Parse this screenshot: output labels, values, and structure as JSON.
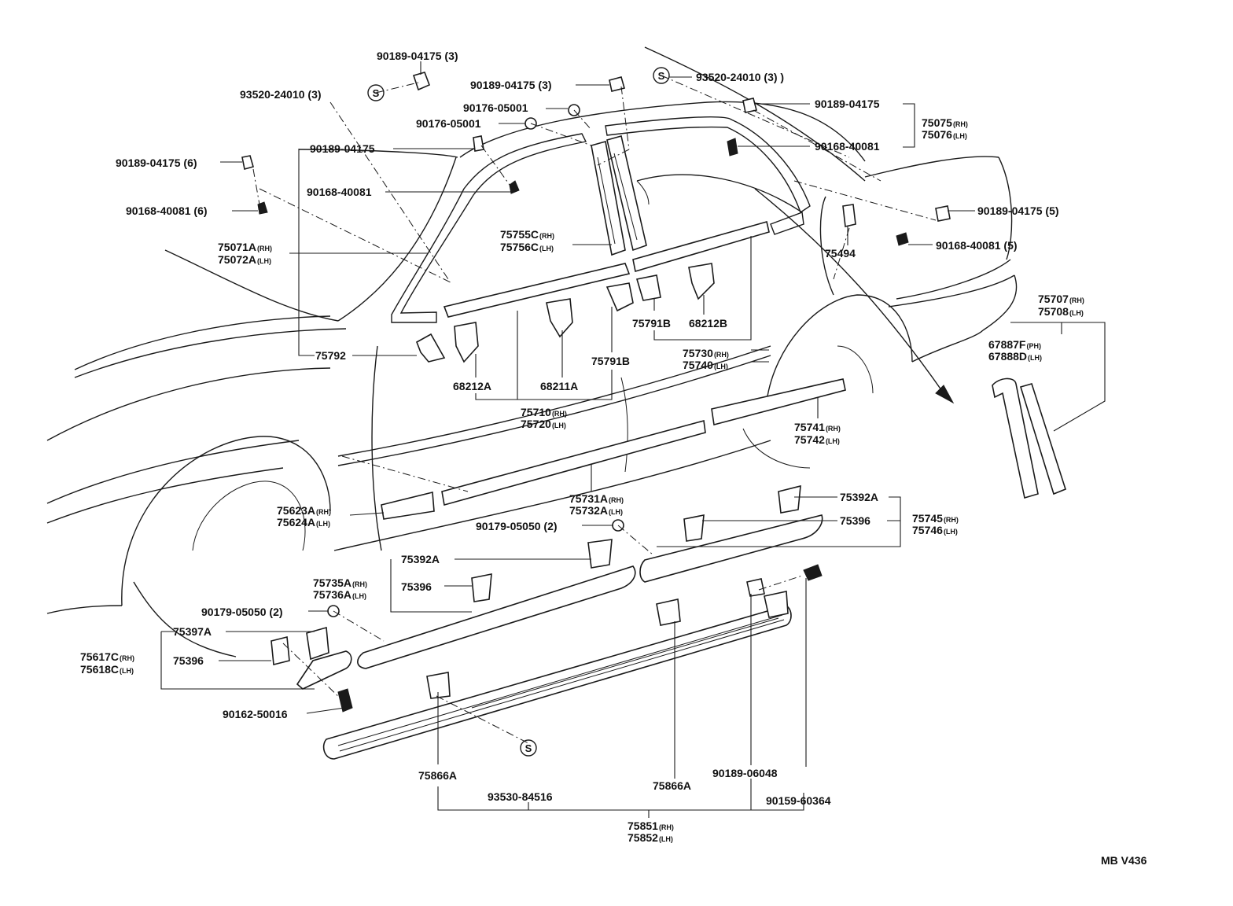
{
  "diagram_code": "MB V436",
  "labels": [
    {
      "id": "l01",
      "num": "90189-04175 (3)",
      "sfx": ""
    },
    {
      "id": "l02",
      "num": "93520-24010 (3)",
      "sfx": ""
    },
    {
      "id": "l03",
      "num": "90189-04175 (3)",
      "sfx": ""
    },
    {
      "id": "l04",
      "num": "93520-24010 (3) )",
      "sfx": ""
    },
    {
      "id": "l05",
      "num": "90176-05001",
      "sfx": ""
    },
    {
      "id": "l06",
      "num": "90176-05001",
      "sfx": ""
    },
    {
      "id": "l07",
      "num": "90189-04175",
      "sfx": ""
    },
    {
      "id": "l08",
      "num": "75075",
      "sfx": "(RH)"
    },
    {
      "id": "l09",
      "num": "75076",
      "sfx": "(LH)"
    },
    {
      "id": "l10",
      "num": "90168-40081",
      "sfx": ""
    },
    {
      "id": "l11",
      "num": "90189-04175",
      "sfx": ""
    },
    {
      "id": "l12",
      "num": "90189-04175 (6)",
      "sfx": ""
    },
    {
      "id": "l13",
      "num": "90168-40081",
      "sfx": ""
    },
    {
      "id": "l14",
      "num": "90168-40081 (6)",
      "sfx": ""
    },
    {
      "id": "l15",
      "num": "90189-04175 (5)",
      "sfx": ""
    },
    {
      "id": "l16",
      "num": "90168-40081 (5)",
      "sfx": ""
    },
    {
      "id": "l17",
      "num": "75071A",
      "sfx": "(RH)"
    },
    {
      "id": "l18",
      "num": "75072A",
      "sfx": "(LH)"
    },
    {
      "id": "l19",
      "num": "75755C",
      "sfx": "(RH)"
    },
    {
      "id": "l20",
      "num": "75756C",
      "sfx": "(LH)"
    },
    {
      "id": "l21",
      "num": "75494",
      "sfx": ""
    },
    {
      "id": "l22",
      "num": "75791B",
      "sfx": ""
    },
    {
      "id": "l23",
      "num": "68212B",
      "sfx": ""
    },
    {
      "id": "l24",
      "num": "75707",
      "sfx": "(RH)"
    },
    {
      "id": "l25",
      "num": "75708",
      "sfx": "(LH)"
    },
    {
      "id": "l26",
      "num": "75730",
      "sfx": "(RH)"
    },
    {
      "id": "l27",
      "num": "75740",
      "sfx": "(LH)"
    },
    {
      "id": "l28",
      "num": "67887F",
      "sfx": "(PH)"
    },
    {
      "id": "l29",
      "num": "67888D",
      "sfx": "(LH)"
    },
    {
      "id": "l30",
      "num": "75792",
      "sfx": ""
    },
    {
      "id": "l31",
      "num": "75791B",
      "sfx": ""
    },
    {
      "id": "l32",
      "num": "68212A",
      "sfx": ""
    },
    {
      "id": "l33",
      "num": "68211A",
      "sfx": ""
    },
    {
      "id": "l34",
      "num": "75710",
      "sfx": "(RH)"
    },
    {
      "id": "l35",
      "num": "75720",
      "sfx": "(LH)"
    },
    {
      "id": "l36",
      "num": "75741",
      "sfx": "(RH)"
    },
    {
      "id": "l37",
      "num": "75742",
      "sfx": "(LH)"
    },
    {
      "id": "l38",
      "num": "75731A",
      "sfx": "(RH)"
    },
    {
      "id": "l39",
      "num": "75732A",
      "sfx": "(LH)"
    },
    {
      "id": "l40",
      "num": "75623A",
      "sfx": "(RH)"
    },
    {
      "id": "l41",
      "num": "75624A",
      "sfx": "(LH)"
    },
    {
      "id": "l42",
      "num": "75392A",
      "sfx": ""
    },
    {
      "id": "l43",
      "num": "90179-05050 (2)",
      "sfx": ""
    },
    {
      "id": "l44",
      "num": "75396",
      "sfx": ""
    },
    {
      "id": "l45",
      "num": "75745",
      "sfx": "(RH)"
    },
    {
      "id": "l46",
      "num": "75746",
      "sfx": "(LH)"
    },
    {
      "id": "l47",
      "num": "75392A",
      "sfx": ""
    },
    {
      "id": "l48",
      "num": "75735A",
      "sfx": "(RH)"
    },
    {
      "id": "l49",
      "num": "75736A",
      "sfx": "(LH)"
    },
    {
      "id": "l50",
      "num": "75396",
      "sfx": ""
    },
    {
      "id": "l51",
      "num": "90179-05050 (2)",
      "sfx": ""
    },
    {
      "id": "l52",
      "num": "75397A",
      "sfx": ""
    },
    {
      "id": "l53",
      "num": "75617C",
      "sfx": "(RH)"
    },
    {
      "id": "l54",
      "num": "75618C",
      "sfx": "(LH)"
    },
    {
      "id": "l55",
      "num": "75396",
      "sfx": ""
    },
    {
      "id": "l56",
      "num": "90162-50016",
      "sfx": ""
    },
    {
      "id": "l57",
      "num": "75866A",
      "sfx": ""
    },
    {
      "id": "l58",
      "num": "93530-84516",
      "sfx": ""
    },
    {
      "id": "l59",
      "num": "75866A",
      "sfx": ""
    },
    {
      "id": "l60",
      "num": "90189-06048",
      "sfx": ""
    },
    {
      "id": "l61",
      "num": "90159-60364",
      "sfx": ""
    },
    {
      "id": "l62",
      "num": "75851",
      "sfx": "(RH)"
    },
    {
      "id": "l63",
      "num": "75852",
      "sfx": "(LH)"
    }
  ]
}
